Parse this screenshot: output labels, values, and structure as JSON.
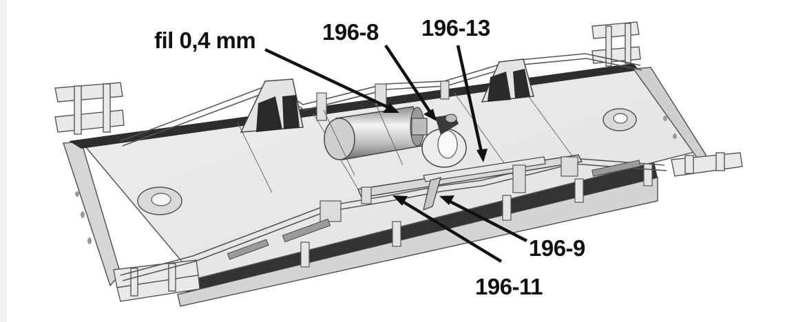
{
  "diagram": {
    "labels": {
      "wire": "fil 0,4 mm",
      "part_196_8": "196-8",
      "part_196_13": "196-13",
      "part_196_9": "196-9",
      "part_196_11": "196-11"
    },
    "colors": {
      "background": "#ffffff",
      "part_fill": "#e6e6e6",
      "part_shade": "#b9b9b9",
      "part_dark": "#3c3c3c",
      "line": "#111111"
    }
  }
}
